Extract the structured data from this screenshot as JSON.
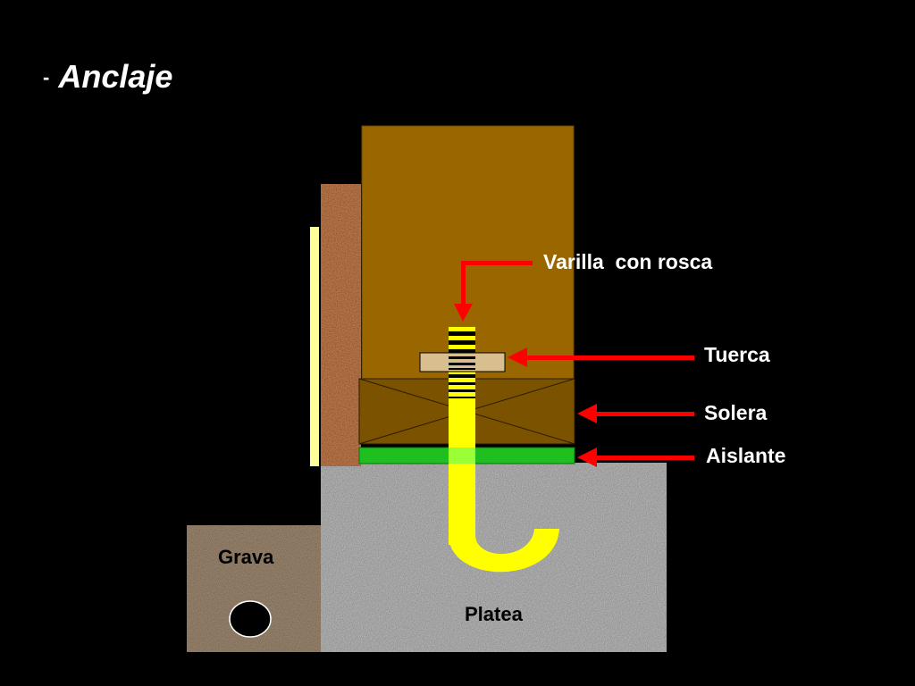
{
  "title": {
    "prefix": "-",
    "text": "Anclaje"
  },
  "labels": {
    "varilla": "Varilla  con rosca",
    "tuerca": "Tuerca",
    "solera": "Solera",
    "aislante": "Aislante",
    "grava": "Grava",
    "platea": "Platea"
  },
  "colors": {
    "background": "#000000",
    "wood_post": "#996600",
    "sill_plate": "#7a5200",
    "insulator": "#1fbf1f",
    "rod": "#ffff00",
    "nut": "#d9bf8f",
    "arrow": "#ff0000",
    "concrete": "#b4b4b4",
    "gravel": "#9c8872",
    "cork": "#b87a4e",
    "trim": "#ffff99",
    "text": "#ffffff"
  }
}
